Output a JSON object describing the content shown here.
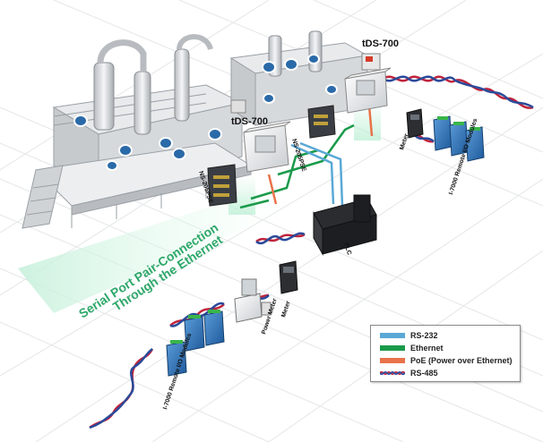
{
  "device_labels": {
    "tds700_top": "tDS-700",
    "tds700_mid": "tDS-700",
    "ns205pse_center": "NS-205PSE",
    "ns205pse_left": "NS-205PSE",
    "meter_right": "Meter",
    "meter_left": "Meter",
    "power_meter": "Power Meter",
    "plc": "PLC",
    "io_modules_right": "I-7000 Remote I/O Modules",
    "io_modules_left": "I-7000 Remote I/O Modules"
  },
  "headline": {
    "line1": "Serial Port Pair-Connection",
    "line2": "Through the Ethernet"
  },
  "legend": {
    "items": [
      {
        "label": "RS-232",
        "color": "#5aa8d6",
        "style": "solid"
      },
      {
        "label": "Ethernet",
        "color": "#1a9a4a",
        "style": "solid"
      },
      {
        "label": "PoE (Power over Ethernet)",
        "color": "#e8724a",
        "style": "solid"
      },
      {
        "label": "RS-485",
        "color": "#c0243c",
        "color2": "#2a4a9a",
        "style": "twisted"
      }
    ]
  },
  "colors": {
    "rs232": "#5aa8d6",
    "ethernet": "#1a9a4a",
    "poe": "#e8724a",
    "rs485_a": "#c0243c",
    "rs485_b": "#2a4a9a",
    "headline": "#2ea86a"
  }
}
